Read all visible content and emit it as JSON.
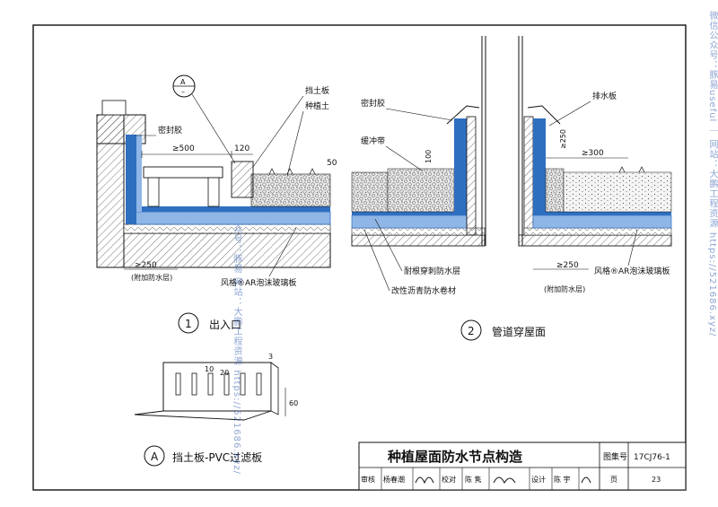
{
  "title_block": {
    "title": "种植屋面防水节点构造",
    "atlas_label": "图集号",
    "atlas_no": "17CJ76-1",
    "review_label": "审核",
    "reviewer": "杨春潮",
    "check_label": "校对",
    "checker": "陈 隽",
    "design_label": "设计",
    "designer": "陈 宇",
    "page_label": "页",
    "page_no": "23"
  },
  "detail1": {
    "number": "1",
    "name": "出入口",
    "section_mark_top": "A",
    "section_mark_bottom": "–",
    "labels": {
      "sealant": "密封胶",
      "retaining_board": "挡土板",
      "planting_soil": "种植土",
      "dim_500": "≥500",
      "dim_120": "120",
      "dim_50": "50",
      "dim_250": "≥250",
      "extra_layer": "(附加防水层)",
      "foam_glass": "风格®AR泡沫玻璃板"
    }
  },
  "detail2": {
    "number": "2",
    "name": "管道穿屋面",
    "labels": {
      "sealant": "密封胶",
      "buffer_strip": "缓冲带",
      "drain_board": "排水板",
      "dim_100": "100",
      "dim_250v": "≥250",
      "dim_300": "≥300",
      "dim_250": "≥250",
      "extra_layer": "(附加防水层)",
      "root_layer": "耐根穿刺防水层",
      "modified_bitumen": "改性沥青防水卷材",
      "foam_glass": "风格®AR泡沫玻璃板"
    }
  },
  "detailA": {
    "letter": "A",
    "name": "挡土板-PVC过滤板",
    "labels": {
      "dim_10": "10",
      "dim_20": "20",
      "dim_3": "3",
      "dim_60": "60"
    }
  },
  "watermarks": {
    "right": "微信公众号：豚易useful ｜ 网站：大鹏工程资源 https://521686.xyz/",
    "mid": "众号：豚易 网站：大鹏工程资源 https://521686.xyz/"
  },
  "colors": {
    "membrane": "#2f6fc0",
    "membrane_light": "#8fb6e6",
    "line": "#111111"
  }
}
